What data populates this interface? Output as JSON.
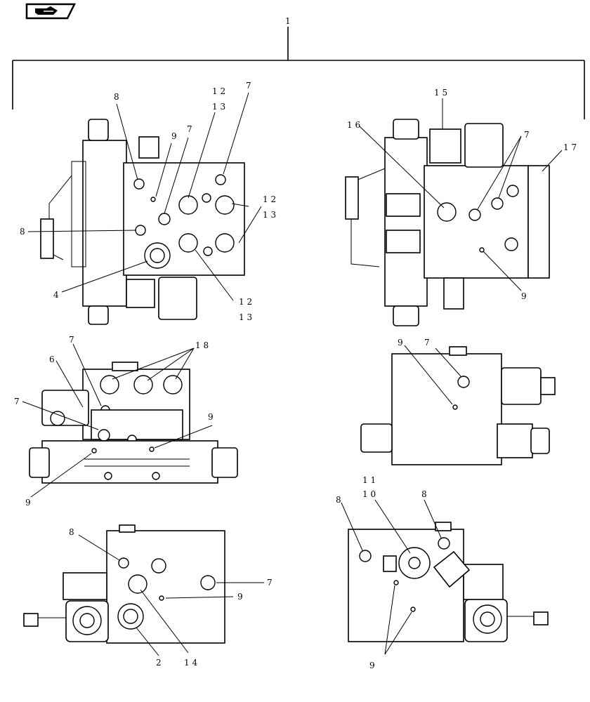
{
  "nav": {
    "icon": "hand-pointing-icon"
  },
  "callouts": {
    "c1": "1",
    "view1_8a": "8",
    "view1_9": "9",
    "view1_7a": "7",
    "view1_12_13a": "1 2\n1 3",
    "view1_7b": "7",
    "view1_12_13b": "1 2\n1 3",
    "view1_8b": "8",
    "view1_4": "4",
    "view1_12_13c": "1 2\n1 3",
    "view2_15": "1 5",
    "view2_16": "1 6",
    "view2_7": "7",
    "view2_17": "1 7",
    "view2_9": "9",
    "view3_7": "7",
    "view3_18": "1 8",
    "view3_6": "6",
    "view3_7b": "7",
    "view3_9a": "9",
    "view3_9b": "9",
    "view4_7": "7",
    "view4_9": "9",
    "view5_8": "8",
    "view5_7": "7",
    "view5_9": "9",
    "view5_2": "2",
    "view5_14": "1 4",
    "view6_11_10": "1 1\n1 0",
    "view6_8a": "8",
    "view6_8b": "8",
    "view6_9": "9"
  }
}
